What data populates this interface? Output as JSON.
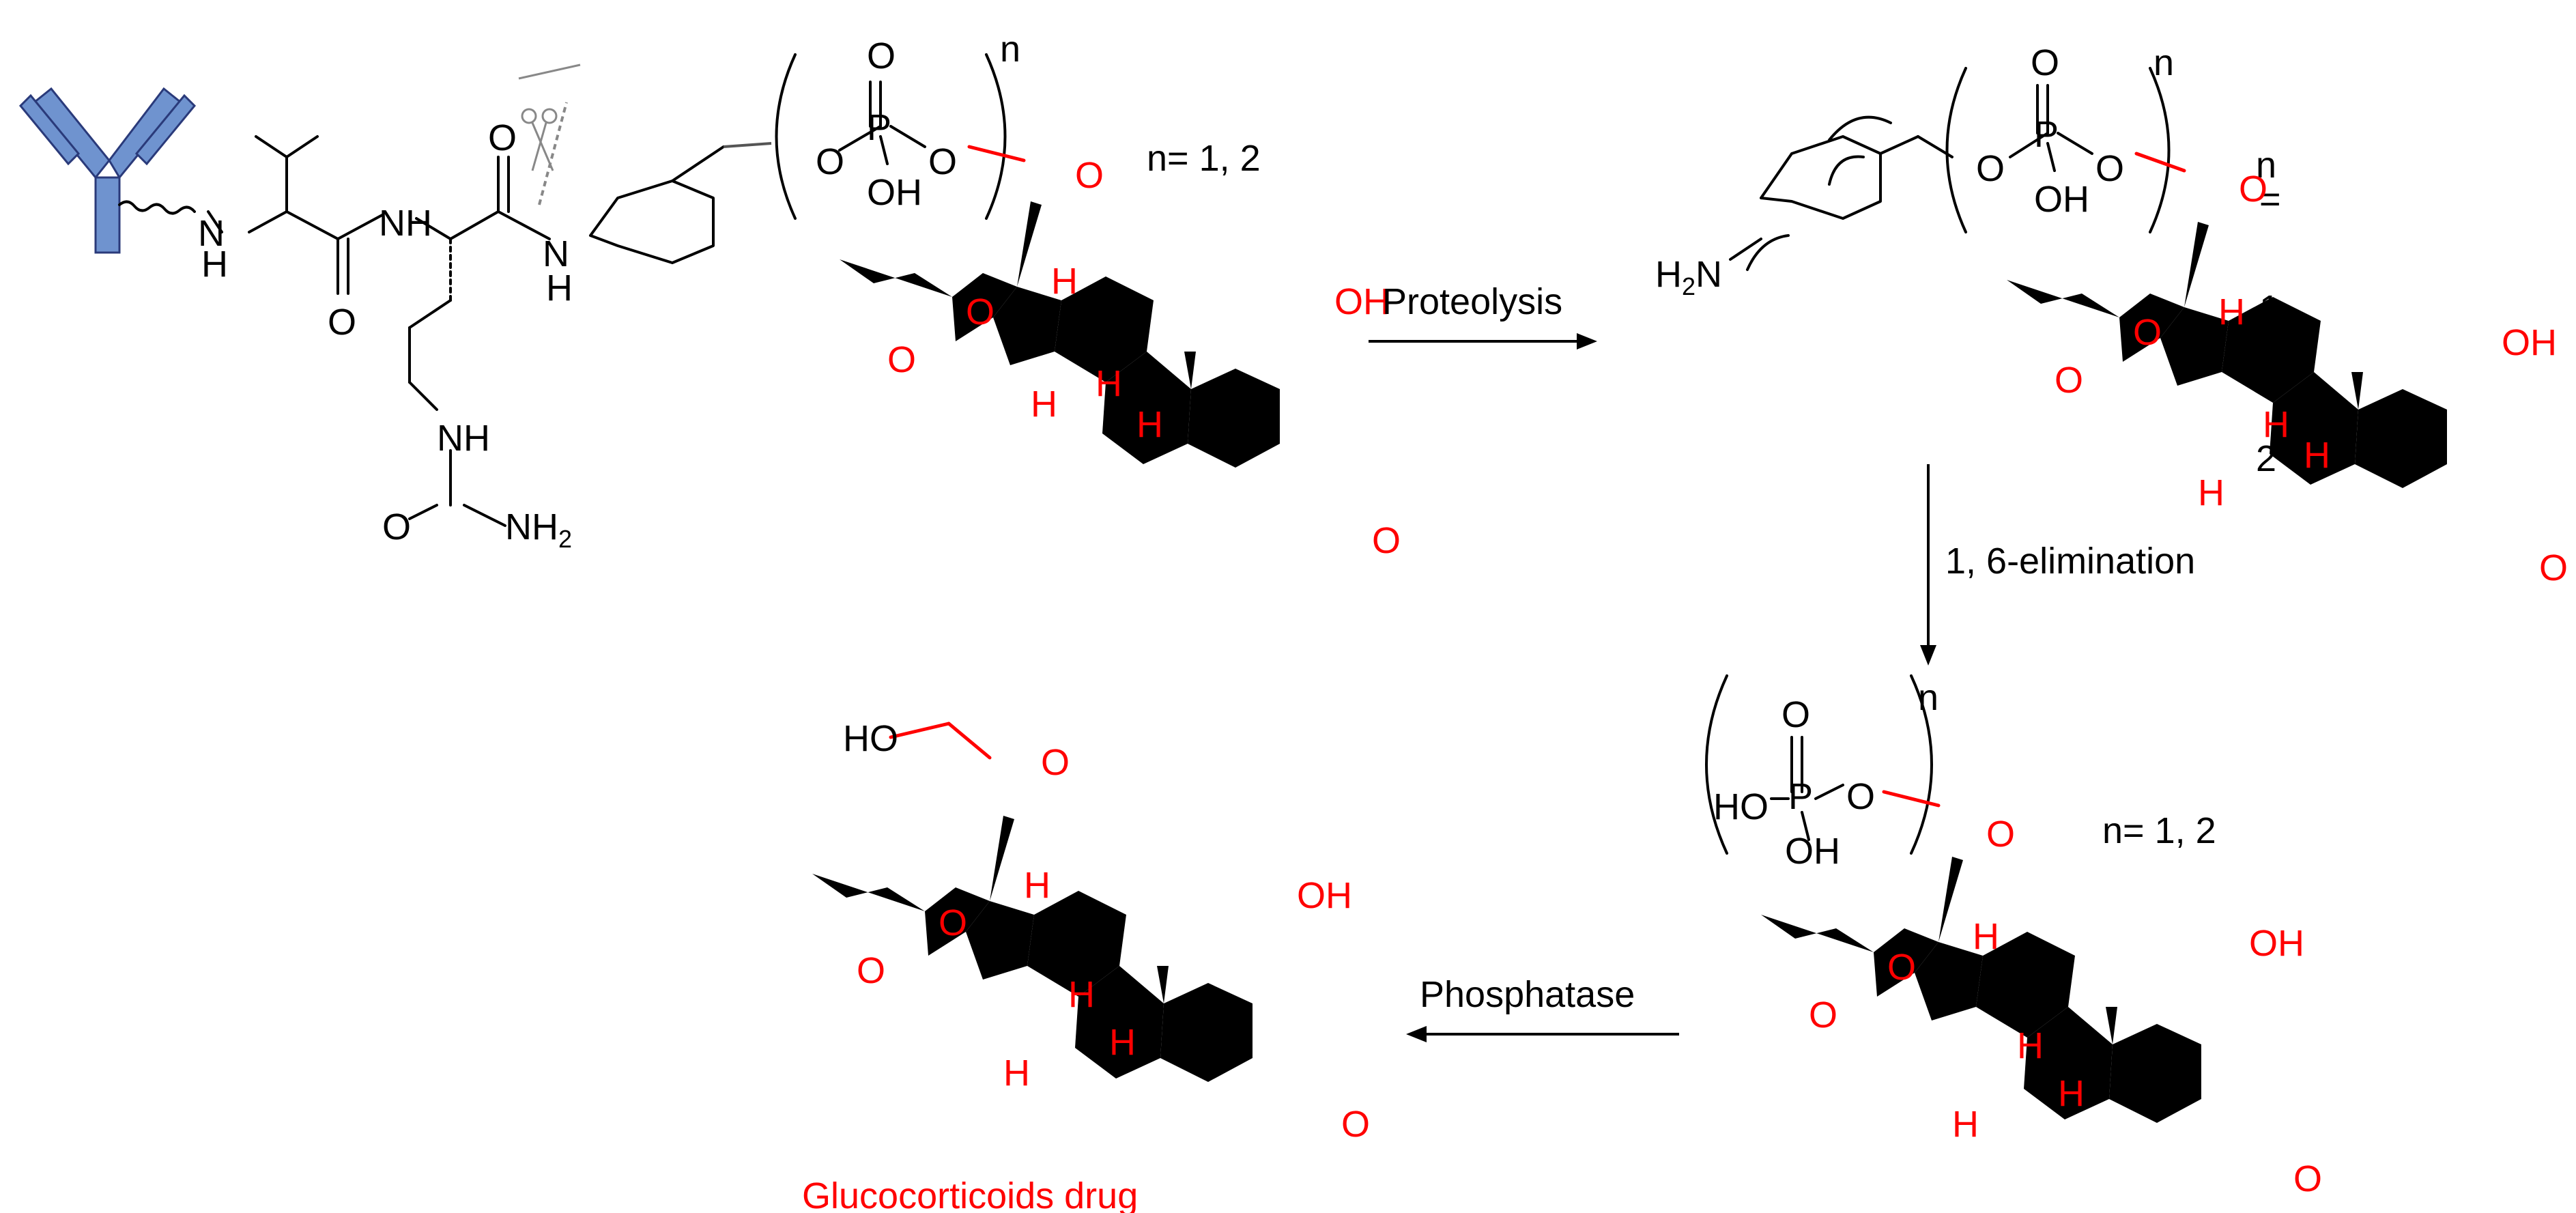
{
  "colors": {
    "drug": "#ff0000",
    "linker": "#000000",
    "antibody": "#6f93cf",
    "antibody_outline": "#2a3a7a",
    "cleavage_mark": "#888888"
  },
  "icons": {
    "antibody": "antibody-icon",
    "scissors": "scissors-icon"
  },
  "labels": {
    "n_values_1": "n= 1, 2",
    "n_values_2": "n= 1, 2",
    "n_1": "n",
    "n_2": "n",
    "n_3": "n",
    "n_eq_stray": "=",
    "stray_1": "1",
    "stray_comma": ",",
    "stray_2": "2",
    "oh": "OH",
    "ho": "HO",
    "o": "O",
    "p": "P",
    "h": "H",
    "nh": "NH",
    "nh2_base": "NH",
    "nh2_sub": "2",
    "h2n_base": "H",
    "h2n_sub": "2",
    "h2n_n": "N",
    "n_atom": "N"
  },
  "steps": {
    "proteolysis": "Proteolysis",
    "elimination": "1, 6-elimination",
    "phosphatase": "Phosphatase"
  },
  "product": {
    "caption": "Glucocorticoids drug"
  }
}
